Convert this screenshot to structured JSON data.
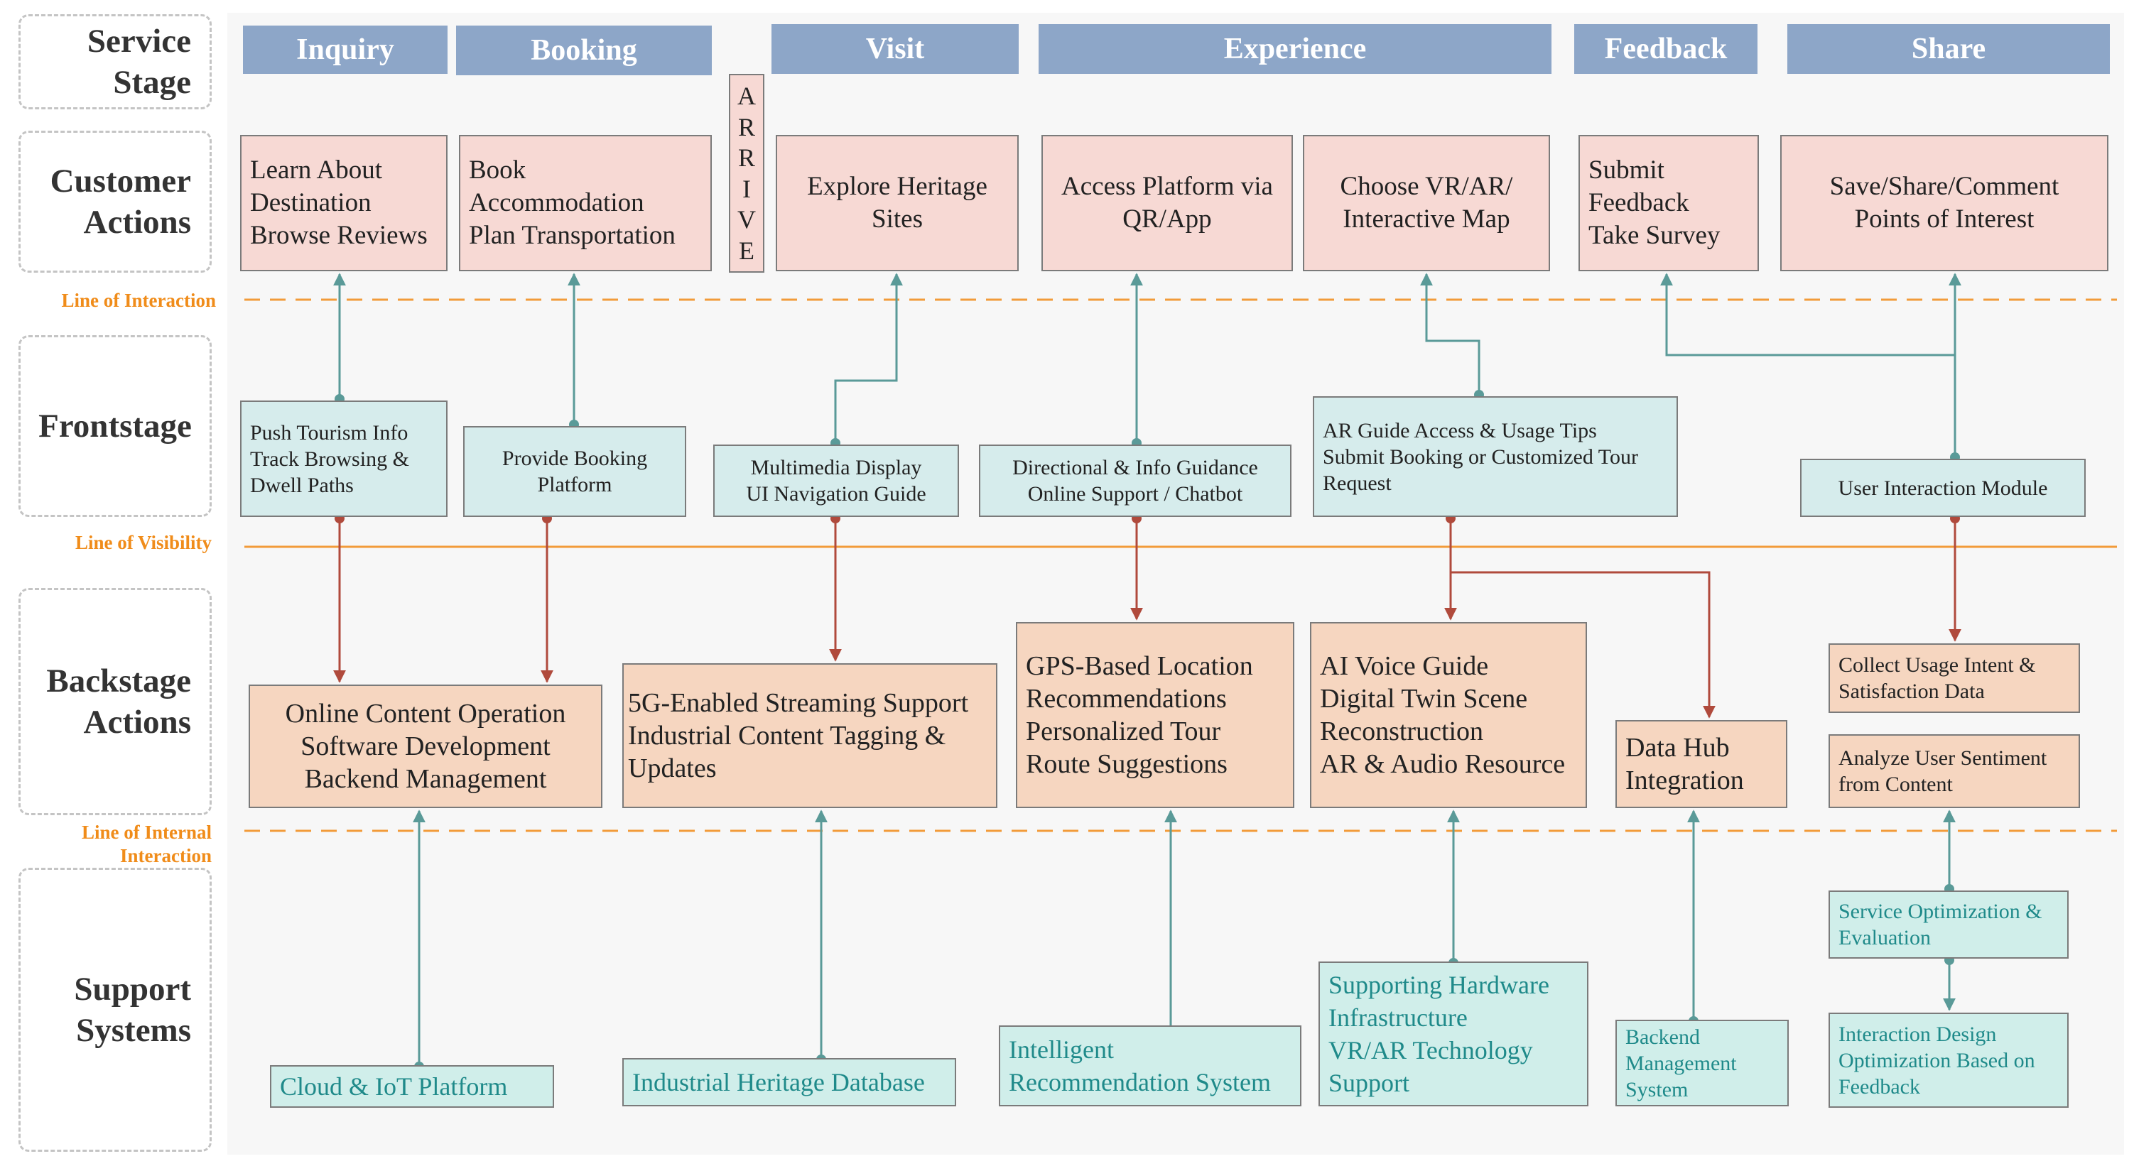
{
  "rows": {
    "service_stage": "Service\nStage",
    "customer_actions": "Customer\nActions",
    "frontstage": "Frontstage",
    "backstage_actions": "Backstage\nActions",
    "support_systems": "Support\nSystems"
  },
  "lines": {
    "interaction": "Line of Interaction",
    "visibility": "Line of Visibility",
    "internal": "Line of Internal\nInteraction"
  },
  "stages": {
    "inquiry": "Inquiry",
    "booking": "Booking",
    "visit": "Visit",
    "experience": "Experience",
    "feedback": "Feedback",
    "share": "Share"
  },
  "arrive": [
    "A",
    "R",
    "R",
    "I",
    "V",
    "E"
  ],
  "customer": {
    "learn": "Learn About\nDestination\nBrowse Reviews",
    "book": "Book\nAccommodation\nPlan Transportation",
    "explore": "Explore Heritage\nSites",
    "access": "Access Platform via\nQR/App",
    "choose": "Choose VR/AR/\nInteractive Map",
    "submit": "Submit\nFeedback\nTake Survey",
    "save": "Save/Share/Comment\nPoints of Interest"
  },
  "frontstage": {
    "push": "Push Tourism Info\nTrack Browsing &\nDwell Paths",
    "provide": "Provide Booking\nPlatform",
    "multimedia": "Multimedia Display\nUI Navigation Guide",
    "directional": "Directional & Info Guidance\nOnline Support / Chatbot",
    "arguide": "AR Guide Access & Usage Tips\nSubmit Booking or Customized Tour\nRequest",
    "userint": "User Interaction Module"
  },
  "backstage": {
    "online": "Online Content Operation\nSoftware Development\nBackend Management",
    "fiveg": "5G-Enabled Streaming Support\nIndustrial Content Tagging &\nUpdates",
    "gps": "GPS-Based Location\nRecommendations\nPersonalized Tour\nRoute Suggestions",
    "ai": "AI Voice Guide\nDigital Twin Scene\nReconstruction\nAR & Audio Resource",
    "datahub": "Data Hub\nIntegration",
    "collect": "Collect Usage Intent &\nSatisfaction Data",
    "analyze": "Analyze User Sentiment\nfrom Content"
  },
  "support": {
    "cloud": "Cloud & IoT Platform",
    "heritage": "Industrial Heritage Database",
    "intelligent": "Intelligent\nRecommendation System",
    "hardware": "Supporting Hardware\nInfrastructure\nVR/AR Technology\nSupport",
    "backend": "Backend\nManagement\nSystem",
    "svcopt": "Service Optimization &\nEvaluation",
    "interaction": "Interaction Design\nOptimization Based on\nFeedback"
  },
  "colors": {
    "stage_header": "#8da6c8",
    "customer": "#f7d9d4",
    "frontstage": "#d6ecec",
    "backstage": "#f6d6c0",
    "support": "#d0eeea",
    "teal_link": "#5a9a98",
    "red_link": "#b04a3c",
    "line_orange": "#f29b3a"
  }
}
